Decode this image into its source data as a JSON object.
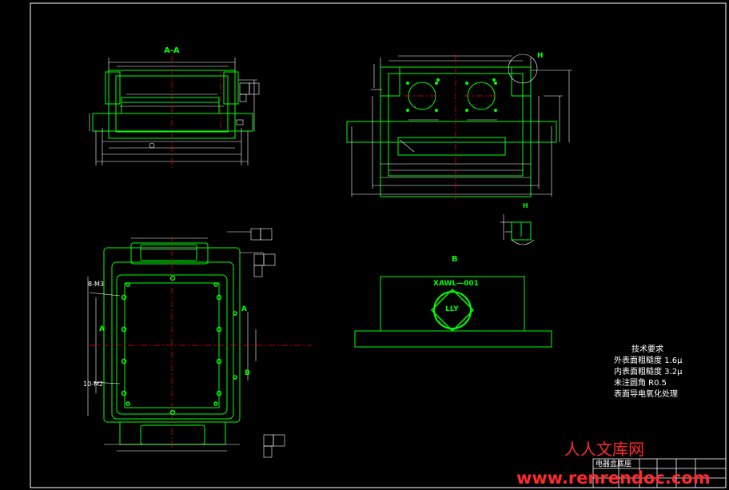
{
  "views": {
    "section_aa": "A-A",
    "detail_h": "H",
    "detail_h_small": "H",
    "view_b": "B",
    "plan_a_left": "A",
    "plan_a_right": "A",
    "plan_b": "B"
  },
  "plate": {
    "code": "XAWL—001",
    "logo": "LLY"
  },
  "callouts": {
    "thread_top": "8-M3",
    "thread_bottom": "10-M2"
  },
  "tech_requirements": {
    "title": "技术要求",
    "lines": [
      "外表面粗糙度  1.6μ",
      "内表面粗糙度  3.2μ",
      "未注圆角      R0.5",
      "表面导电氧化处理"
    ]
  },
  "title_block": {
    "part_name": "电器盒底座"
  },
  "watermark": {
    "cn": "人人文库网",
    "url": "www.renrendoc.com"
  },
  "colors": {
    "background": "#000000",
    "outline": "#ffffff",
    "geometry": "#00ff00",
    "centerline": "#ff0000",
    "watermark": "#ff2a2a"
  }
}
